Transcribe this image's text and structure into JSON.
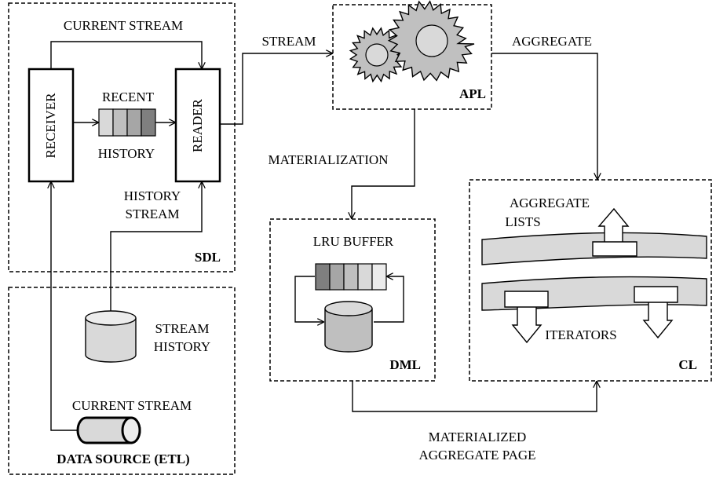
{
  "modules": {
    "sdl": "SDL",
    "apl": "APL",
    "dml": "DML",
    "cl": "CL",
    "data_source": "DATA SOURCE (ETL)"
  },
  "components": {
    "receiver": "RECEIVER",
    "reader": "READER"
  },
  "labels": {
    "current_stream_top": "CURRENT STREAM",
    "recent": "RECENT",
    "history": "HISTORY",
    "history_stream_1": "HISTORY",
    "history_stream_2": "STREAM",
    "stream": "STREAM",
    "aggregate": "AGGREGATE",
    "materialization": "MATERIALIZATION",
    "lru_buffer": "LRU BUFFER",
    "aggregate_lists_1": "AGGREGATE",
    "aggregate_lists_2": "LISTS",
    "iterators": "ITERATORS",
    "stream_history_1": "STREAM",
    "stream_history_2": "HISTORY",
    "current_stream_bottom": "CURRENT STREAM",
    "materialized_1": "MATERIALIZED",
    "materialized_2": "AGGREGATE PAGE"
  },
  "colors": {
    "line": "#000000",
    "gray_light": "#d9d9d9",
    "gray_mid": "#a6a6a6",
    "gray_dark": "#7f7f7f",
    "gray_lightest": "#ececec"
  }
}
